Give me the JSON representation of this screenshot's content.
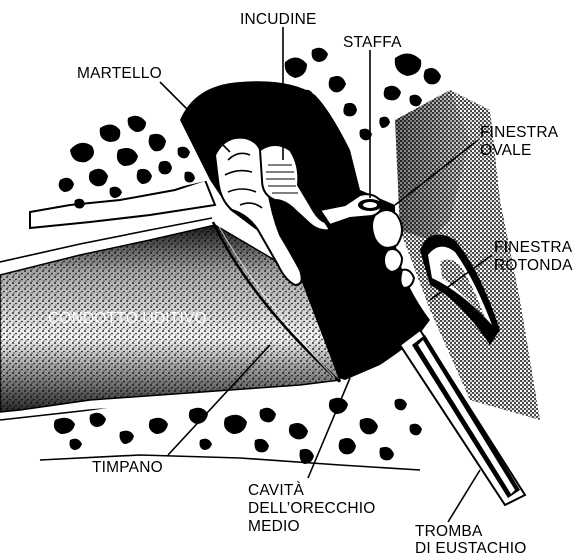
{
  "diagram": {
    "labels": {
      "incudine": "INCUDINE",
      "staffa": "STAFFA",
      "martello": "MARTELLO",
      "finestra_ovale": [
        "FINESTRA",
        "OVALE"
      ],
      "finestra_rotonda": [
        "FINESTRA",
        "ROTONDA"
      ],
      "condotto_uditivo": "CONDOTTO UDITIVO",
      "timpano": "TIMPANO",
      "cavita_orecchio_medio": [
        "CAVITÀ",
        "DELL’ORECCHIO",
        "MEDIO"
      ],
      "tromba_eustachio": [
        "TROMBA",
        "DI EUSTACHIO"
      ]
    }
  }
}
